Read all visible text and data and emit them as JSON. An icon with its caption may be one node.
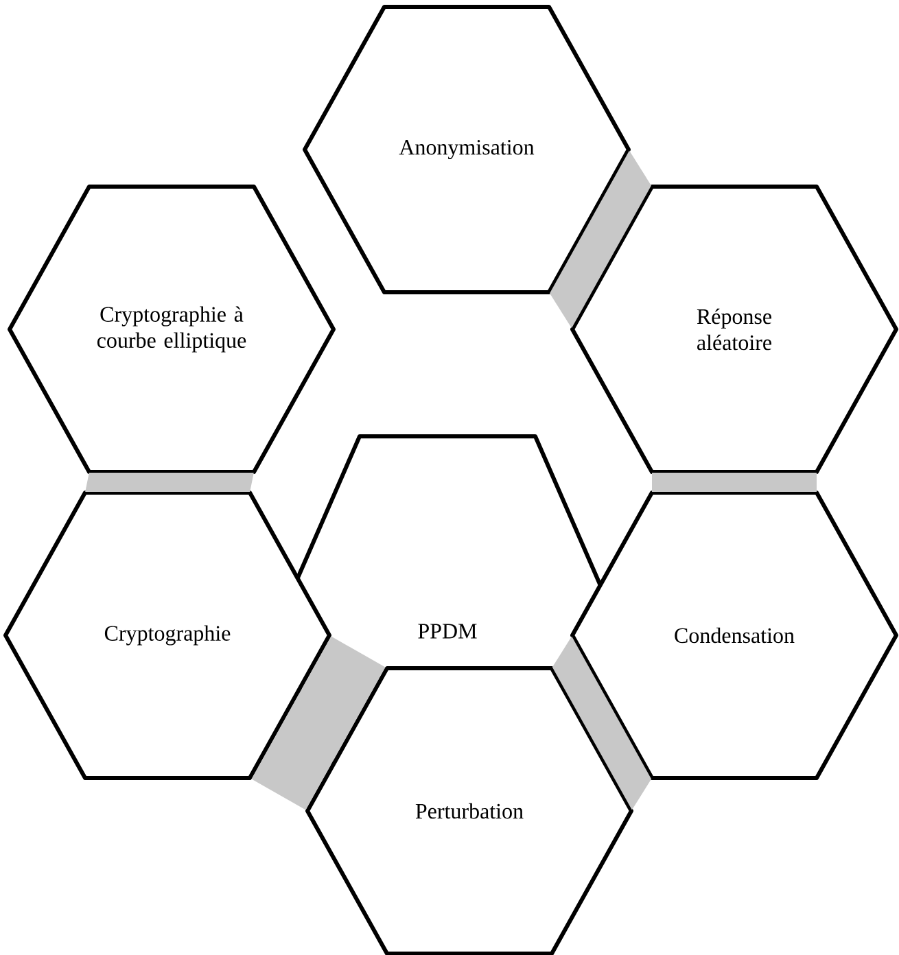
{
  "diagram": {
    "nodes": [
      {
        "text": [
          "PPDM"
        ]
      },
      {
        "text": [
          "Anonymisation"
        ]
      },
      {
        "text": [
          "Réponse aléatoire"
        ]
      },
      {
        "text": [
          "Condensation"
        ]
      },
      {
        "text": [
          "Perturbation"
        ]
      },
      {
        "text": [
          "Cryptographie"
        ]
      },
      {
        "text": [
          "Cryptographie à courbe elliptique"
        ]
      }
    ],
    "edges": [
      {
        "from": 1,
        "to": 2,
        "arrow": "none"
      },
      {
        "from": 2,
        "to": 3,
        "arrow": "none"
      },
      {
        "from": 3,
        "to": 4,
        "arrow": "none"
      },
      {
        "from": 4,
        "to": 5,
        "arrow": "none"
      },
      {
        "from": 5,
        "to": 6,
        "arrow": "none"
      }
    ]
  }
}
